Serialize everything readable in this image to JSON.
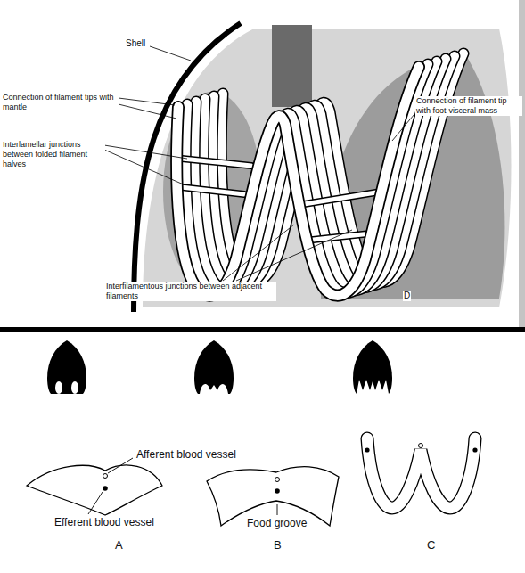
{
  "diagram": {
    "labels": [
      "Shell",
      "Connection of filament tips with mantle",
      "Interlamellar junctions between folded filament halves",
      "Connection of filament tip with foot-visceral mass",
      "Interfilamentous junctions between adjacent filaments",
      "D",
      "Afferent blood vessel",
      "Efferent blood vessel",
      "Food groove",
      "A",
      "B",
      "C"
    ]
  }
}
